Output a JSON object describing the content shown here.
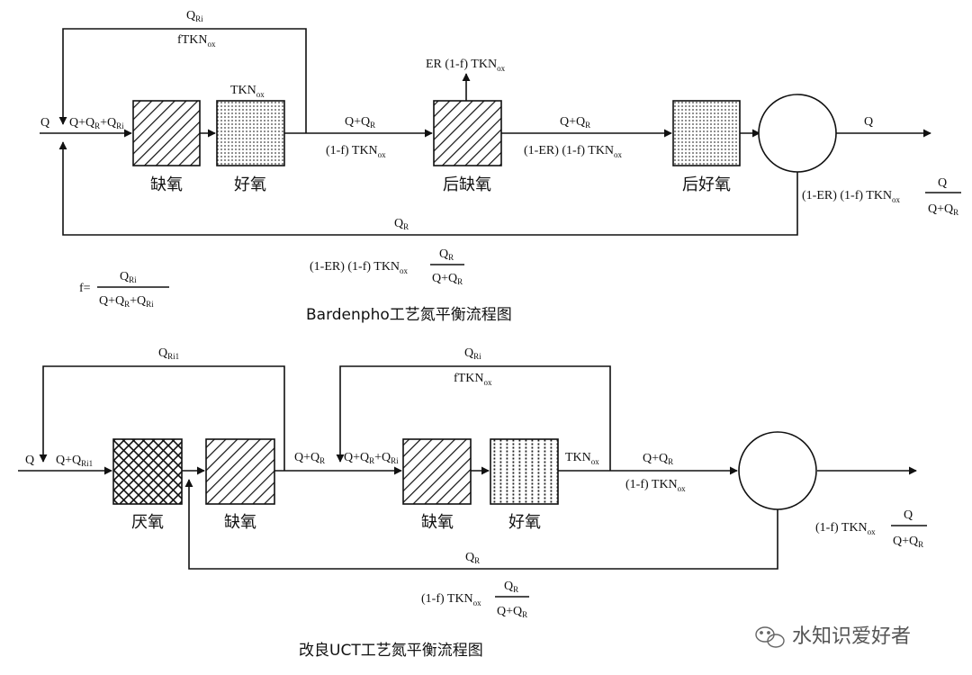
{
  "colors": {
    "ink": "#111111",
    "watermark": "#555555"
  },
  "d1": {
    "caption": "Bardenpho工艺氮平衡流程图",
    "tanks": {
      "anoxic": "缺氧",
      "aerobic": "好氧",
      "post_anoxic": "后缺氧",
      "post_aerobic": "后好氧"
    },
    "lbl": {
      "q_in": "Q",
      "qri_top": "Q",
      "qri_top_sub": "Ri",
      "ftkn": "fTKN",
      "ftkn_sub": "ox",
      "mix_q": "Q+Q",
      "mix_sub1": "R",
      "mix_plus": "+Q",
      "mix_sub2": "Ri",
      "tkn": "TKN",
      "tkn_sub": "ox",
      "er": "ER (1-f) TKN",
      "er_sub": "ox",
      "q_qr1": "Q+Q",
      "q_qr1_sub": "R",
      "f_tkn1": "(1-f) TKN",
      "f_tkn1_sub": "ox",
      "q_qr2": "Q+Q",
      "q_qr2_sub": "R",
      "er_f_tkn": "(1-ER)  (1-f) TKN",
      "er_f_tkn_sub": "ox",
      "q_out": "Q",
      "out_expr": "(1-ER)  (1-f) TKN",
      "out_expr_sub": "ox",
      "out_num": "Q",
      "out_den": "Q+Q",
      "out_den_sub": "R",
      "qr_ret": "Q",
      "qr_ret_sub": "R",
      "ret_expr": "(1-ER)  (1-f) TKN",
      "ret_expr_sub": "ox",
      "ret_num": "Q",
      "ret_num_sub": "R",
      "ret_den": "Q+Q",
      "ret_den_sub": "R"
    },
    "formula": {
      "lhs": "f=",
      "num": "Q",
      "num_sub": "Ri",
      "den": "Q+Q",
      "den_sub1": "R",
      "den_plus": "+Q",
      "den_sub2": "Ri"
    }
  },
  "d2": {
    "caption": "改良UCT工艺氮平衡流程图",
    "tanks": {
      "anaerobic": "厌氧",
      "anoxic1": "缺氧",
      "anoxic2": "缺氧",
      "aerobic": "好氧"
    },
    "lbl": {
      "qri1_top": "Q",
      "qri1_top_sub": "Ri1",
      "qri_top": "Q",
      "qri_top_sub": "Ri",
      "ftkn": "fTKN",
      "ftkn_sub": "ox",
      "q_in": "Q",
      "q_qri1": "Q+Q",
      "q_qri1_sub": "Ri1",
      "q_qr_mid": "Q+Q",
      "q_qr_mid_sub": "R",
      "mix_q": "Q+Q",
      "mix_sub1": "R",
      "mix_plus": "+Q",
      "mix_sub2": "Ri",
      "tkn": "TKN",
      "tkn_sub": "ox",
      "q_qr_out": "Q+Q",
      "q_qr_out_sub": "R",
      "f_tkn_out": "(1-f) TKN",
      "f_tkn_out_sub": "ox",
      "out_expr": "(1-f) TKN",
      "out_expr_sub": "ox",
      "out_num": "Q",
      "out_den": "Q+Q",
      "out_den_sub": "R",
      "qr_ret": "Q",
      "qr_ret_sub": "R",
      "ret_expr": "(1-f) TKN",
      "ret_expr_sub": "ox",
      "ret_num": "Q",
      "ret_num_sub": "R",
      "ret_den": "Q+Q",
      "ret_den_sub": "R"
    }
  },
  "watermark": {
    "icon": "wechat-icon",
    "text": "水知识爱好者"
  }
}
